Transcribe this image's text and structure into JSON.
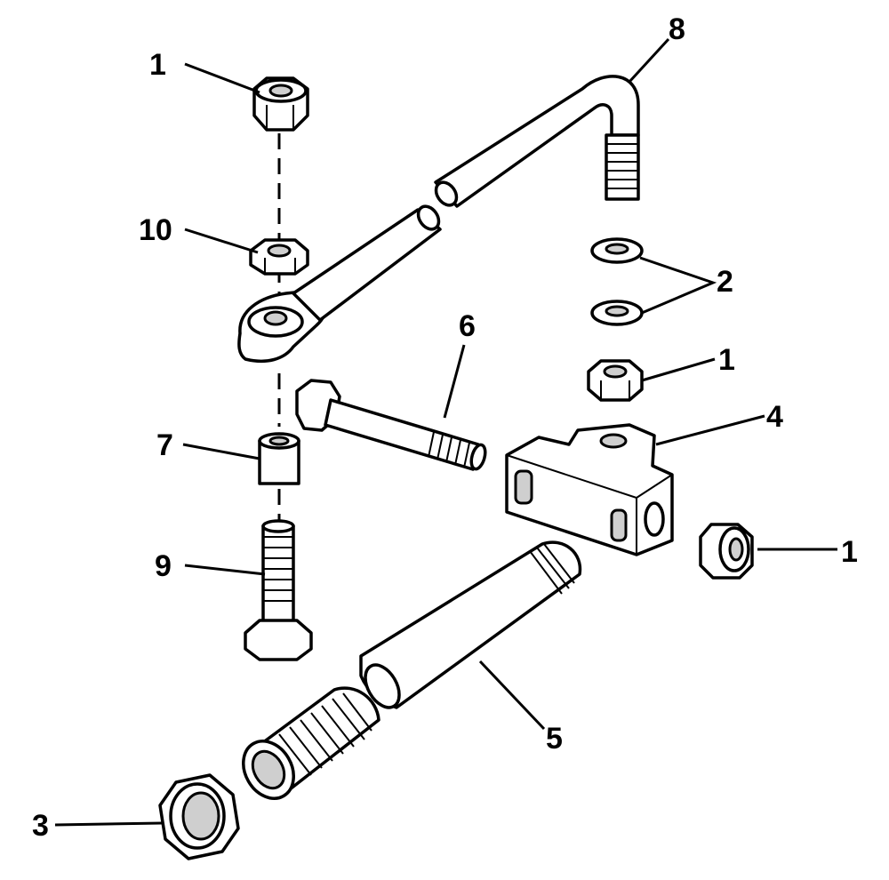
{
  "callouts": {
    "c1a": "1",
    "c8": "8",
    "c10": "10",
    "c2": "2",
    "c6": "6",
    "c1b": "1",
    "c4": "4",
    "c7": "7",
    "c1c": "1",
    "c9": "9",
    "c5": "5",
    "c3": "3"
  }
}
